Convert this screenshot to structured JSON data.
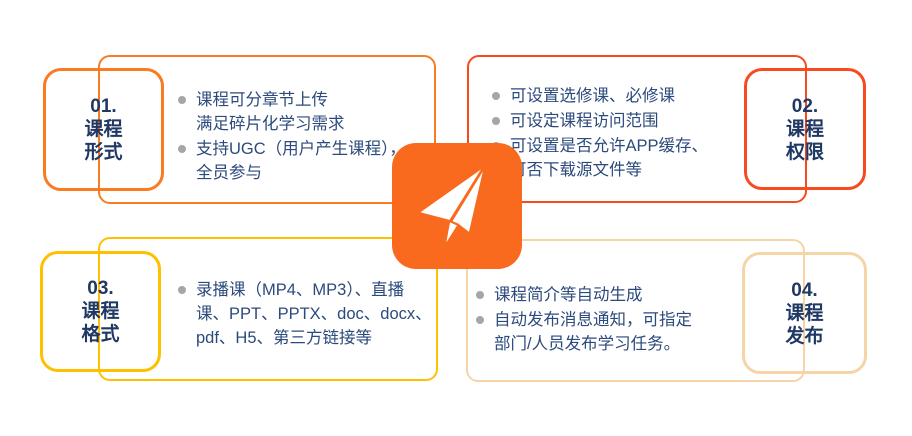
{
  "diagram": {
    "topic": "course-features",
    "quadrants": [
      {
        "name": "course-form",
        "title": "01.\n课程\n形式",
        "accent": "#F97B22",
        "bullets": [
          "课程可分章节上传\n满足碎片化学习需求",
          "支持UGC（用户产生课程），\n全员参与"
        ]
      },
      {
        "name": "course-permission",
        "title": "02.\n课程\n权限",
        "accent": "#F8491F",
        "bullets": [
          "可设置选修课、必修课",
          "可设定课程访问范围",
          "可设置是否允许APP缓存、\n可否下载源文件等"
        ]
      },
      {
        "name": "course-format",
        "title": "03.\n课程\n格式",
        "accent": "#FFC000",
        "bullets": [
          "录播课（MP4、MP3）、直播\n课、PPT、PPTX、doc、docx、\npdf、H5、第三方链接等"
        ]
      },
      {
        "name": "course-publish",
        "title": "04.\n课程\n发布",
        "accent": "#F5D5A7",
        "bullets": [
          "课程简介等自动生成",
          "自动发布消息通知，可指定\n部门/人员发布学习任务。"
        ]
      }
    ],
    "center": {
      "icon": "paper-plane",
      "background": "#F96A1F",
      "glyph_color": "#FFFFFF"
    },
    "text_colors": {
      "heading": "#1F3864",
      "body": "#2C4A7C",
      "bullet_dot": "#A6A6A6"
    }
  }
}
